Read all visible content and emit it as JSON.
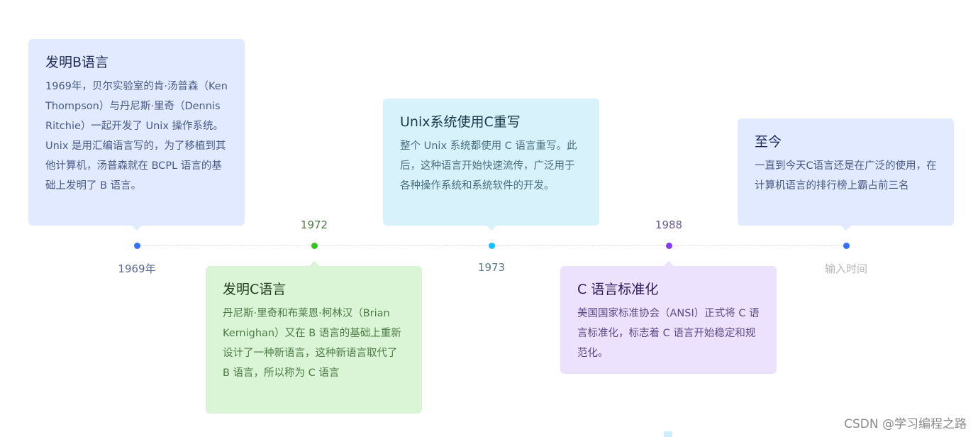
{
  "colors": {
    "blue": "#3370ff",
    "green": "#34c724",
    "cyan": "#14c0ff",
    "purple": "#7f3bf5",
    "card_blue_bg": "#e1eaff",
    "card_green_bg": "#d9f5d6",
    "card_cyan_bg": "#d7f2fb",
    "card_purple_bg": "#ece2fe"
  },
  "timeline": {
    "nodes": [
      {
        "time": "1969年",
        "dot_color": "#3370ff",
        "time_position": "below",
        "card_position": "above",
        "title": "发明B语言",
        "body": "1969年，贝尔实验室的肯·汤普森（Ken Thompson）与丹尼斯·里奇（Dennis Ritchie）一起开发了 Unix 操作系统。Unix 是用汇编语言写的，为了移植到其他计算机，汤普森就在 BCPL 语言的基础上发明了 B 语言。"
      },
      {
        "time": "1972",
        "dot_color": "#34c724",
        "time_position": "above",
        "card_position": "below",
        "title": "发明C语言",
        "body": "丹尼斯·里奇和布莱恩·柯林汉（Brian Kernighan）又在 B 语言的基础上重新设计了一种新语言，这种新语言取代了 B 语言，所以称为 C 语言"
      },
      {
        "time": "1973",
        "dot_color": "#14c0ff",
        "time_position": "below",
        "card_position": "above",
        "title": "Unix系统使用C重写",
        "body": "整个 Unix 系统都使用 C 语言重写。此后，这种语言开始快速流传，广泛用于各种操作系统和系统软件的开发。"
      },
      {
        "time": "1988",
        "dot_color": "#7f3bf5",
        "time_position": "above",
        "card_position": "below",
        "title": "C 语言标准化",
        "body": "美国国家标准协会（ANSI）正式将 C 语言标准化，标志着 C 语言开始稳定和规范化。"
      },
      {
        "time": "输入时间",
        "dot_color": "#3370ff",
        "time_position": "below",
        "card_position": "above",
        "title": "至今",
        "body": "一直到今天C语言还是在广泛的使用，在计算机语言的排行榜上霸占前三名"
      }
    ]
  },
  "watermark": "CSDN @学习编程之路"
}
